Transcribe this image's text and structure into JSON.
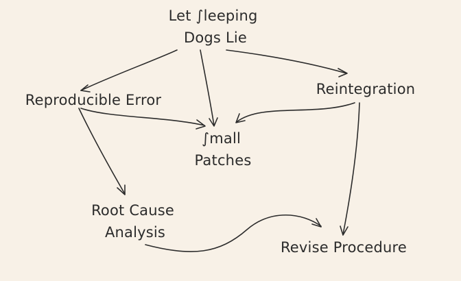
{
  "diagram": {
    "nodes": [
      {
        "id": "lets-sleeping-dogs-lie",
        "lines": [
          "Let ∫leeping",
          "Dogs Lie"
        ]
      },
      {
        "id": "reproducible-error",
        "lines": [
          "Reproducible Error"
        ]
      },
      {
        "id": "reintegration",
        "lines": [
          "Reintegration"
        ]
      },
      {
        "id": "small-patches",
        "lines": [
          "∫mall",
          "Patches"
        ]
      },
      {
        "id": "root-cause-analysis",
        "lines": [
          "Root Cause",
          "Analysis"
        ]
      },
      {
        "id": "revise-procedure",
        "lines": [
          "Revise Procedure"
        ]
      }
    ],
    "edges": [
      {
        "from": "lets-sleeping-dogs-lie",
        "to": "reproducible-error"
      },
      {
        "from": "lets-sleeping-dogs-lie",
        "to": "small-patches"
      },
      {
        "from": "lets-sleeping-dogs-lie",
        "to": "reintegration"
      },
      {
        "from": "reproducible-error",
        "to": "small-patches"
      },
      {
        "from": "reintegration",
        "to": "small-patches"
      },
      {
        "from": "reproducible-error",
        "to": "root-cause-analysis"
      },
      {
        "from": "reintegration",
        "to": "revise-procedure"
      },
      {
        "from": "root-cause-analysis",
        "to": "revise-procedure"
      }
    ]
  },
  "colors": {
    "background": "#f8f1e7",
    "ink": "#2b2b2b"
  }
}
